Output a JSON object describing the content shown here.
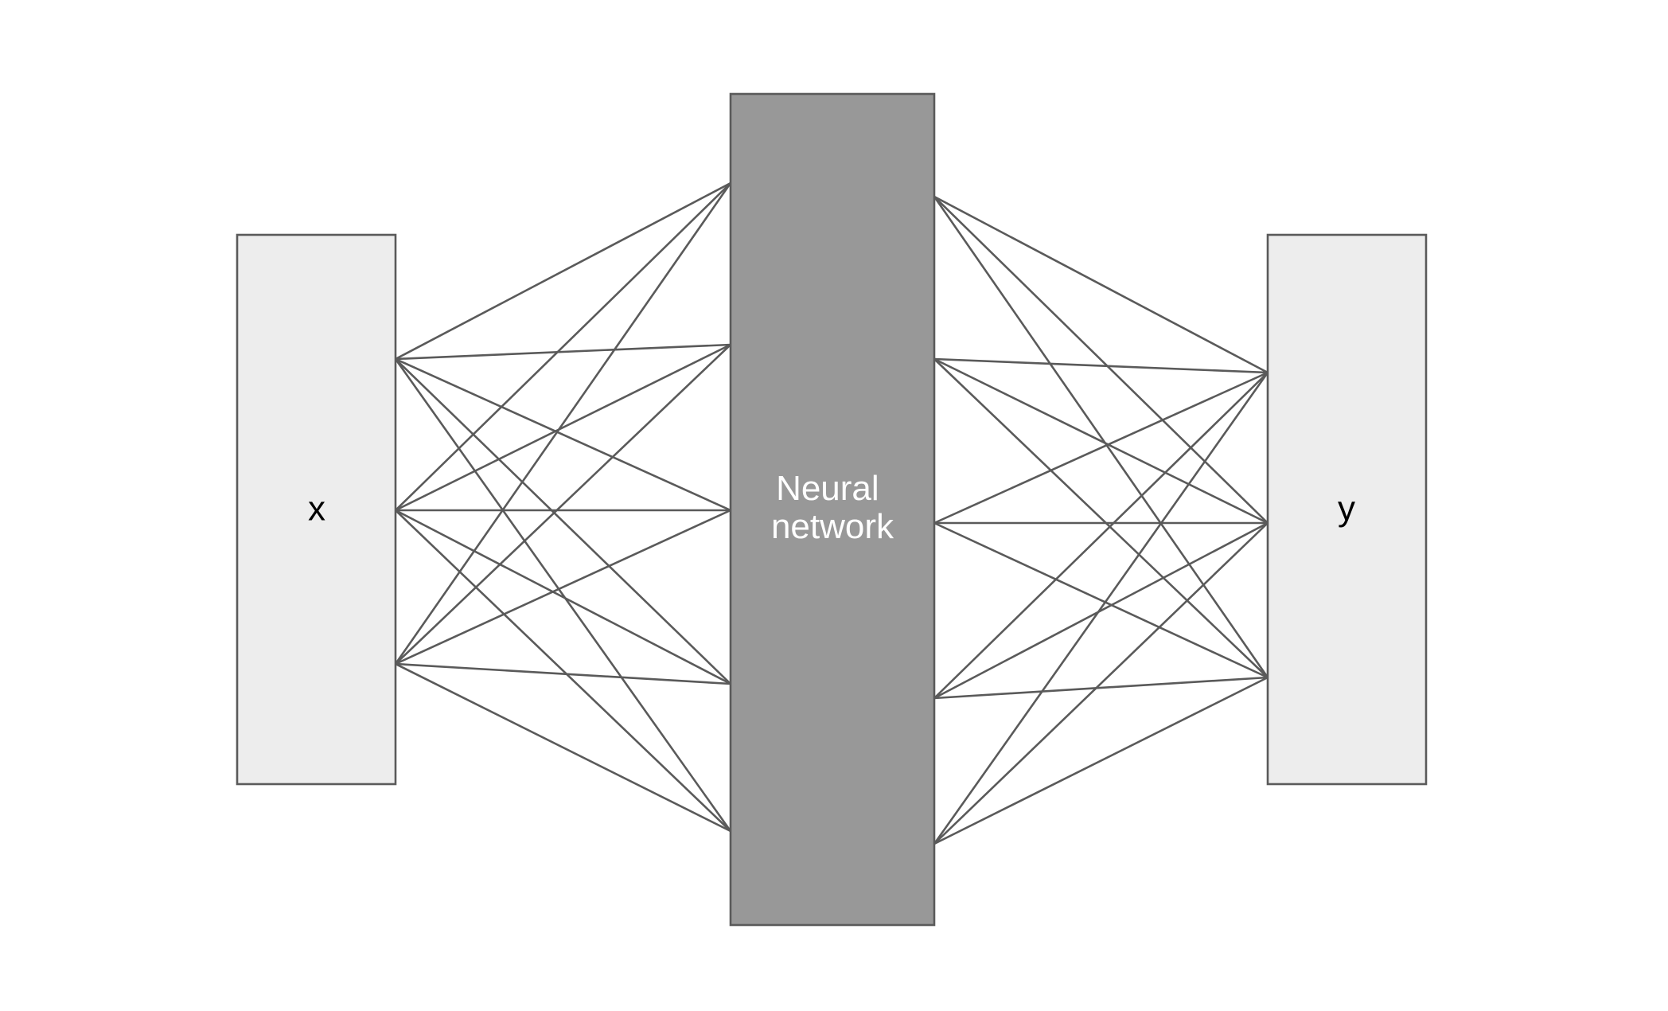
{
  "colors": {
    "side_box_fill": "#ededed",
    "center_box_fill": "#989898",
    "stroke": "#5a5a5a",
    "side_text": "#000000",
    "center_text": "#ffffff"
  },
  "input_box": {
    "label": "x"
  },
  "network_box": {
    "label_lines": [
      "Neural",
      "network"
    ]
  },
  "output_box": {
    "label": "y"
  },
  "connections": {
    "input_to_network": {
      "from_count": 3,
      "to_count": 5,
      "fully_connected": true
    },
    "network_to_output": {
      "from_count": 5,
      "to_count": 3,
      "fully_connected": true
    }
  }
}
